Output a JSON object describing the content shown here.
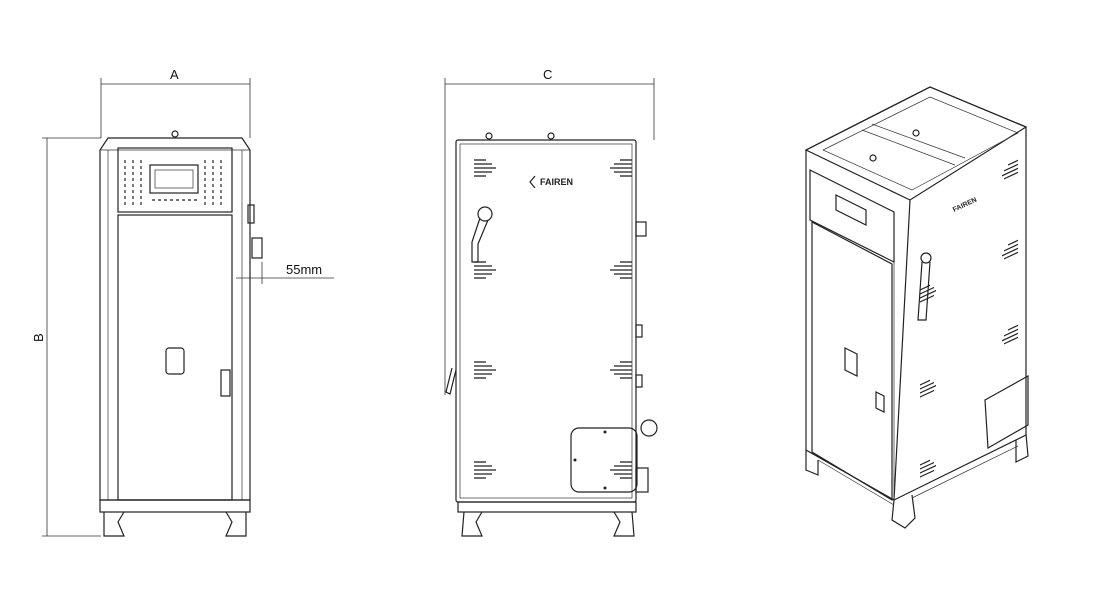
{
  "dimensions": {
    "width_label": "A",
    "height_label": "B",
    "depth_label": "C",
    "clearance_label": "55mm"
  },
  "logo": {
    "text": "FAIREN"
  },
  "colors": {
    "line": "#222222",
    "background": "#ffffff"
  }
}
